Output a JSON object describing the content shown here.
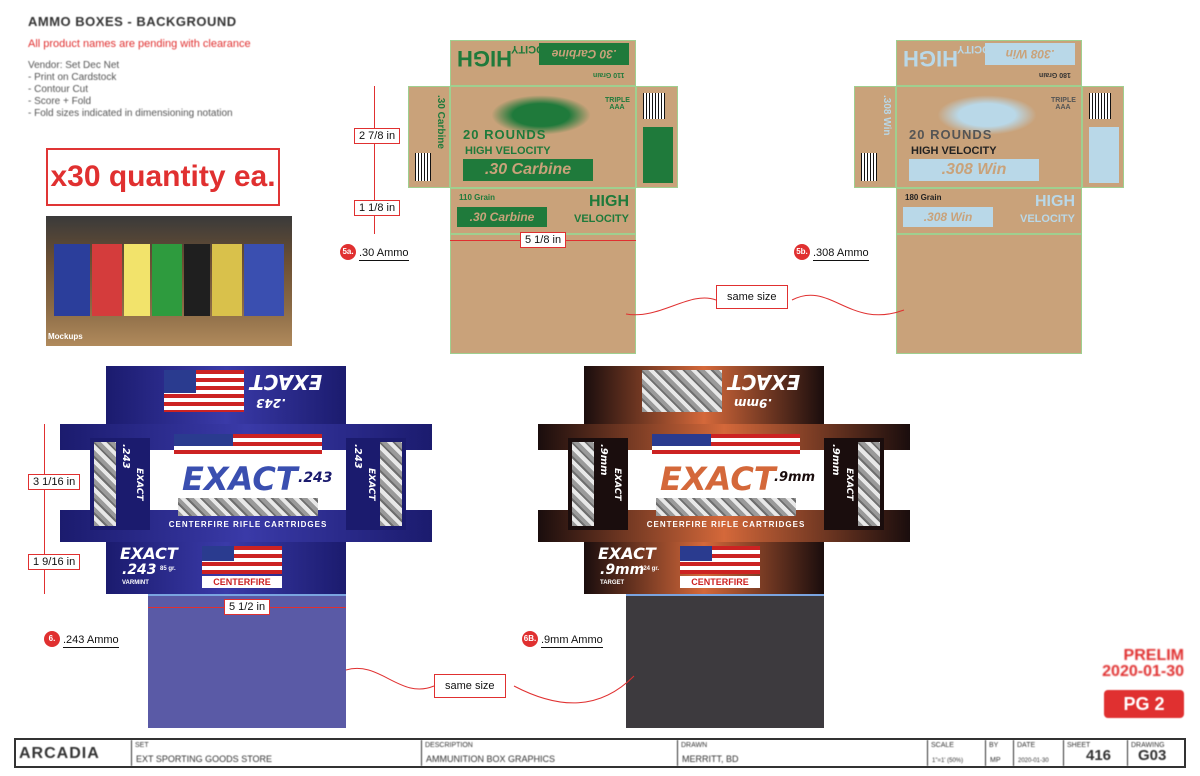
{
  "header": {
    "title": "AMMO BOXES - BACKGROUND",
    "subtitle": "All product names are pending with clearance",
    "notes": [
      "Vendor: Set Dec Net",
      "- Print on Cardstock",
      "- Contour Cut",
      "- Score + Fold",
      "- Fold sizes indicated in dimensioning notation"
    ]
  },
  "quantity_label": "x30 quantity ea.",
  "mockup_label": "Mockups",
  "box_5a": {
    "num": "5a.",
    "name": ".30 Ammo",
    "title_top": "HIGH",
    "title_top2": "VELOCITY",
    "caliber": ".30 Carbine",
    "grain": "110 Grain",
    "rounds": "20 ROUNDS",
    "mid_velocity": "HIGH VELOCITY",
    "triple": "TRIPLE AAA",
    "dim_height": "2 7/8 in",
    "dim_flap": "1 1/8 in",
    "dim_width": "5 1/8 in"
  },
  "box_5b": {
    "num": "5b.",
    "name": ".308 Ammo",
    "title_top": "HIGH",
    "title_top2": "VELOCITY",
    "caliber": ".308 Win",
    "grain": "180 Grain",
    "rounds": "20 ROUNDS",
    "mid_velocity": "HIGH VELOCITY",
    "triple": "TRIPLE AAA"
  },
  "box_6": {
    "num": "6.",
    "name": ".243 Ammo",
    "brand": "EXACT",
    "caliber": ".243",
    "grain": "85 gr.",
    "subline": "CENTERFIRE RIFLE CARTRIDGES",
    "centerfire": "CENTERFIRE",
    "varmint": "VARMINT",
    "dim_height": "3 1/16 in",
    "dim_flap": "1 9/16 in",
    "dim_width": "5 1/2 in"
  },
  "box_6b": {
    "num": "6B.",
    "name": ".9mm Ammo",
    "brand": "EXACT",
    "caliber": ".9mm",
    "grain": "124 gr.",
    "subline": "CENTERFIRE RIFLE CARTRIDGES",
    "centerfire": "CENTERFIRE",
    "target": "TARGET"
  },
  "same_size_label": "same size",
  "stamp": {
    "prelim": "PRELIM",
    "date": "2020-01-30",
    "page": "PG 2"
  },
  "titleblock": {
    "logo": "ARCADIA",
    "set_label": "SET",
    "set_value": "EXT SPORTING GOODS STORE",
    "desc_label": "DESCRIPTION",
    "desc_value": "AMMUNITION BOX GRAPHICS",
    "drawn_label": "DRAWN",
    "drawn_value": "MERRITT, BD",
    "scale_label": "SCALE",
    "scale_value": "1\"=1' (50%)",
    "by_label": "BY",
    "by_value": "MP",
    "date_label": "DATE",
    "date_value": "2020-01-30",
    "sheet_label": "SHEET",
    "sheet_value": "416",
    "drawing_label": "DRAWING",
    "drawing_value": "G03"
  },
  "colors": {
    "red": "#e03030",
    "kraft": "#c9a27a",
    "green": "#1f7a3b",
    "navy": "#2a2a8f",
    "orange": "#d4683a"
  }
}
